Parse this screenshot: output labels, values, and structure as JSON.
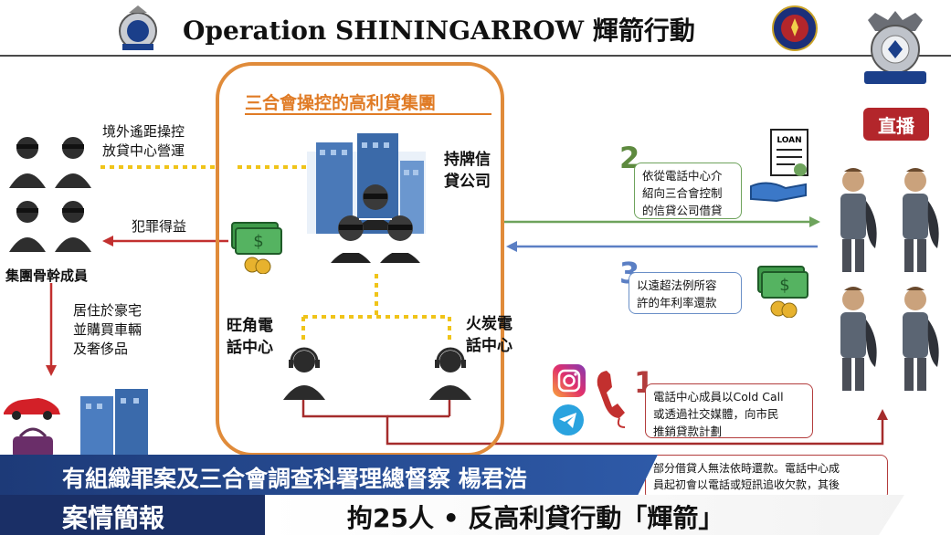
{
  "header": {
    "title": "Operation SHININGARROW 輝箭行動"
  },
  "live_badge": "直播",
  "syndicate": {
    "title": "三合會操控的高利貸集團",
    "licensed_lender": "持牌信\n貸公司",
    "call_center_mongkok": "旺角電\n話中心",
    "call_center_fotan": "火炭電\n話中心"
  },
  "left": {
    "remote_control": "境外遙距操控\n放貸中心營運",
    "criminal_proceeds": "犯罪得益",
    "core_members": "集團骨幹成員",
    "luxury": "居住於豪宅\n並購買車輛\n及奢侈品"
  },
  "steps": {
    "step1_num": "1",
    "step1_text": "電話中心成員以Cold Call\n或透過社交媒體，向市民\n推銷貸款計劃",
    "step2_num": "2",
    "step2_text": "依從電話中心介\n紹向三合會控制\n的信貸公司借貸",
    "step3_num": "3",
    "step3_text": "以遠超法例所容\n許的年利率還款",
    "step4_text": "部分借貸人無法依時還款。電話中心成\n員起初會以電話或短訊追收欠款，其後"
  },
  "ticker": {
    "top": "有組織罪案及三合會調查科署理總督察 楊君浩",
    "bottom_left": "案情簡報",
    "bottom_right": "拘25人 • 反高利貸行動「輝箭」"
  },
  "colors": {
    "orange": "#e08b3a",
    "green": "#6ea35c",
    "blue": "#5b7fc4",
    "red": "#b33c3c",
    "dotted": "#f0c419",
    "navy": "#1a2f66"
  }
}
